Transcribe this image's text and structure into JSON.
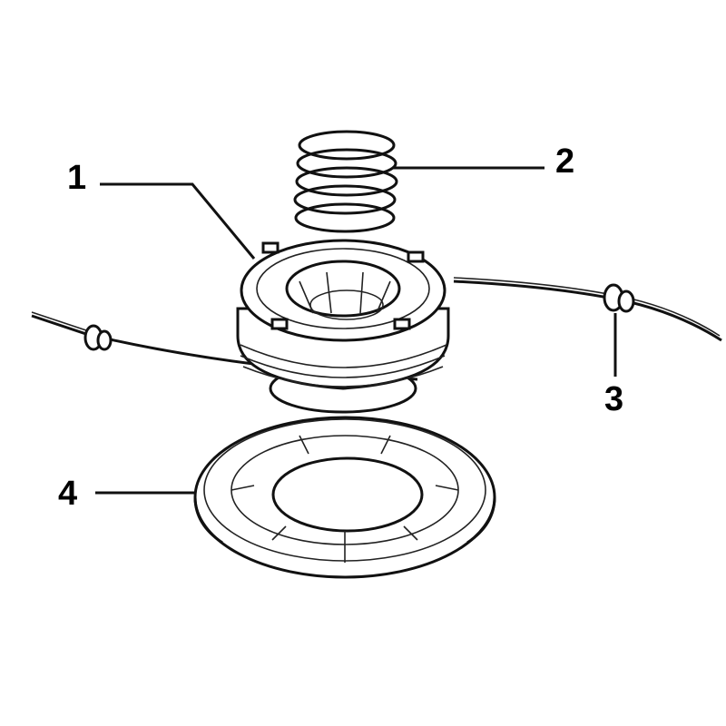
{
  "diagram": {
    "type": "exploded-parts-view",
    "callouts": [
      {
        "number": "1",
        "part": "spool"
      },
      {
        "number": "2",
        "part": "spring"
      },
      {
        "number": "3",
        "part": "eyelet"
      },
      {
        "number": "4",
        "part": "base"
      }
    ],
    "colors": {
      "ink": "#111111",
      "background": "#ffffff"
    }
  }
}
